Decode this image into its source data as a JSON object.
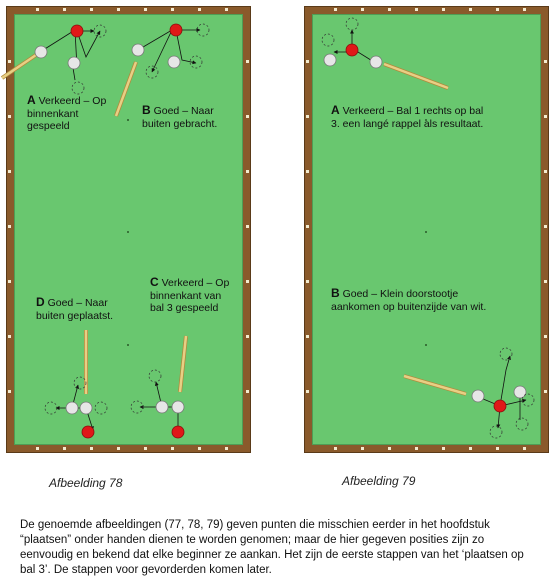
{
  "left_panel": {
    "labels": {
      "A": {
        "letter": "A",
        "text": " Verkeerd – Op binnenkant gespeeld"
      },
      "B": {
        "letter": "B",
        "text": " Goed  – Naar buiten gebracht."
      },
      "C": {
        "letter": "C",
        "text": " Verkeerd – Op binnenkant van bal 3 gespeeld"
      },
      "D": {
        "letter": "D",
        "text": " Goed  – Naar buiten geplaatst."
      }
    },
    "caption": "Afbeelding 78"
  },
  "right_panel": {
    "labels": {
      "A": {
        "letter": "A",
        "text": " Verkeerd – Bal 1 rechts op bal 3. een langé rappel als resultaat."
      },
      "B": {
        "letter": "B",
        "text": " Goed  – Klein doorstootje aankomen op buitenzijde van wit."
      }
    },
    "caption": "Afbeelding 79"
  },
  "paragraph": "De genoemde afbeeldingen (77, 78, 79) geven punten die misschien eerder in het hoofdstuk “plaatsen”  onder handen dienen te worden genomen; maar de hier gegeven posities zijn zo eenvoudig en bekend dat elke beginner ze aankan. Het zijn de eerste stappen van het ‘plaatsen op bal 3’. De stappen voor gevorderden komen later.",
  "colors": {
    "felt": "#69c76f",
    "rail": "#8a5a2b",
    "white_ball": "#e6e6e6",
    "red_ball": "#e01818",
    "cue": "#e8cf84"
  }
}
